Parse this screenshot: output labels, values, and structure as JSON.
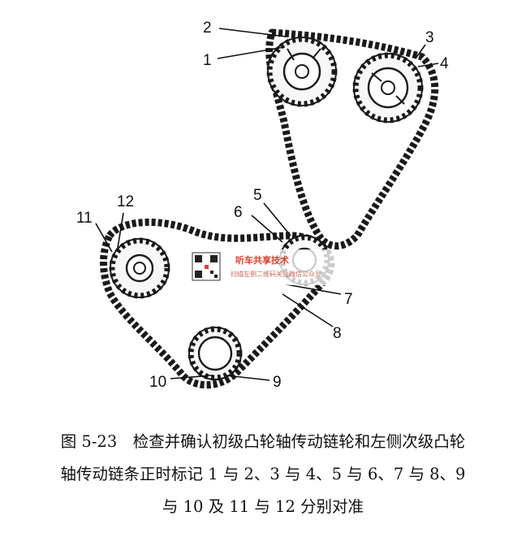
{
  "diagram": {
    "labels": {
      "l1": "1",
      "l2": "2",
      "l3": "3",
      "l4": "4",
      "l5": "5",
      "l6": "6",
      "l7": "7",
      "l8": "8",
      "l9": "9",
      "l10": "10",
      "l11": "11",
      "l12": "12"
    },
    "watermark": {
      "title": "听车共享技术",
      "subtitle": "扫描左侧二维码关注微信公众号"
    }
  },
  "caption": {
    "line1": "图 5-23　检查并确认初级凸轮轴传动链轮和左侧次级凸轮",
    "line2": "轴传动链条正时标记 1 与 2、3 与 4、5 与 6、7 与 8、9",
    "line3": "与 10 及 11 与 12 分别对准"
  },
  "colors": {
    "ink": "#1a1a1a",
    "watermark_red": "#d9402b"
  }
}
